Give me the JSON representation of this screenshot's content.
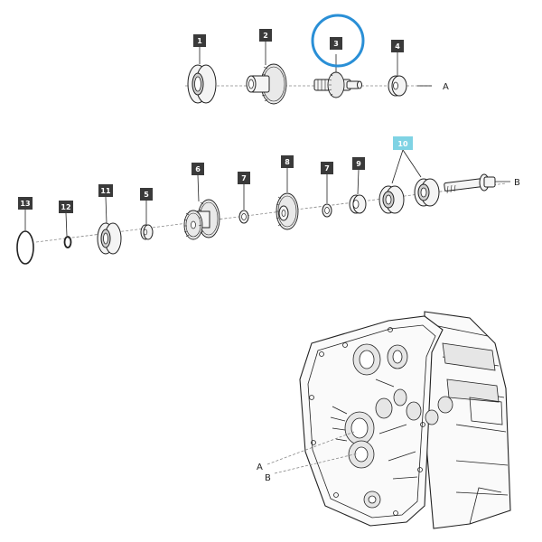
{
  "diagram": {
    "callouts": [
      {
        "id": "1",
        "label": "1"
      },
      {
        "id": "2",
        "label": "2"
      },
      {
        "id": "3",
        "label": "3"
      },
      {
        "id": "4",
        "label": "4"
      },
      {
        "id": "5",
        "label": "5"
      },
      {
        "id": "6",
        "label": "6"
      },
      {
        "id": "7a",
        "label": "7"
      },
      {
        "id": "7b",
        "label": "7"
      },
      {
        "id": "8",
        "label": "8"
      },
      {
        "id": "9",
        "label": "9"
      },
      {
        "id": "10",
        "label": "10"
      },
      {
        "id": "11",
        "label": "11"
      },
      {
        "id": "12",
        "label": "12"
      },
      {
        "id": "13",
        "label": "13"
      }
    ],
    "refs": {
      "a_top": "A",
      "b_mid": "B",
      "a_housing": "A",
      "b_housing": "B"
    },
    "highlight_color": "#2a8fd6",
    "callout_highlight_color": "#7fd3e4"
  }
}
